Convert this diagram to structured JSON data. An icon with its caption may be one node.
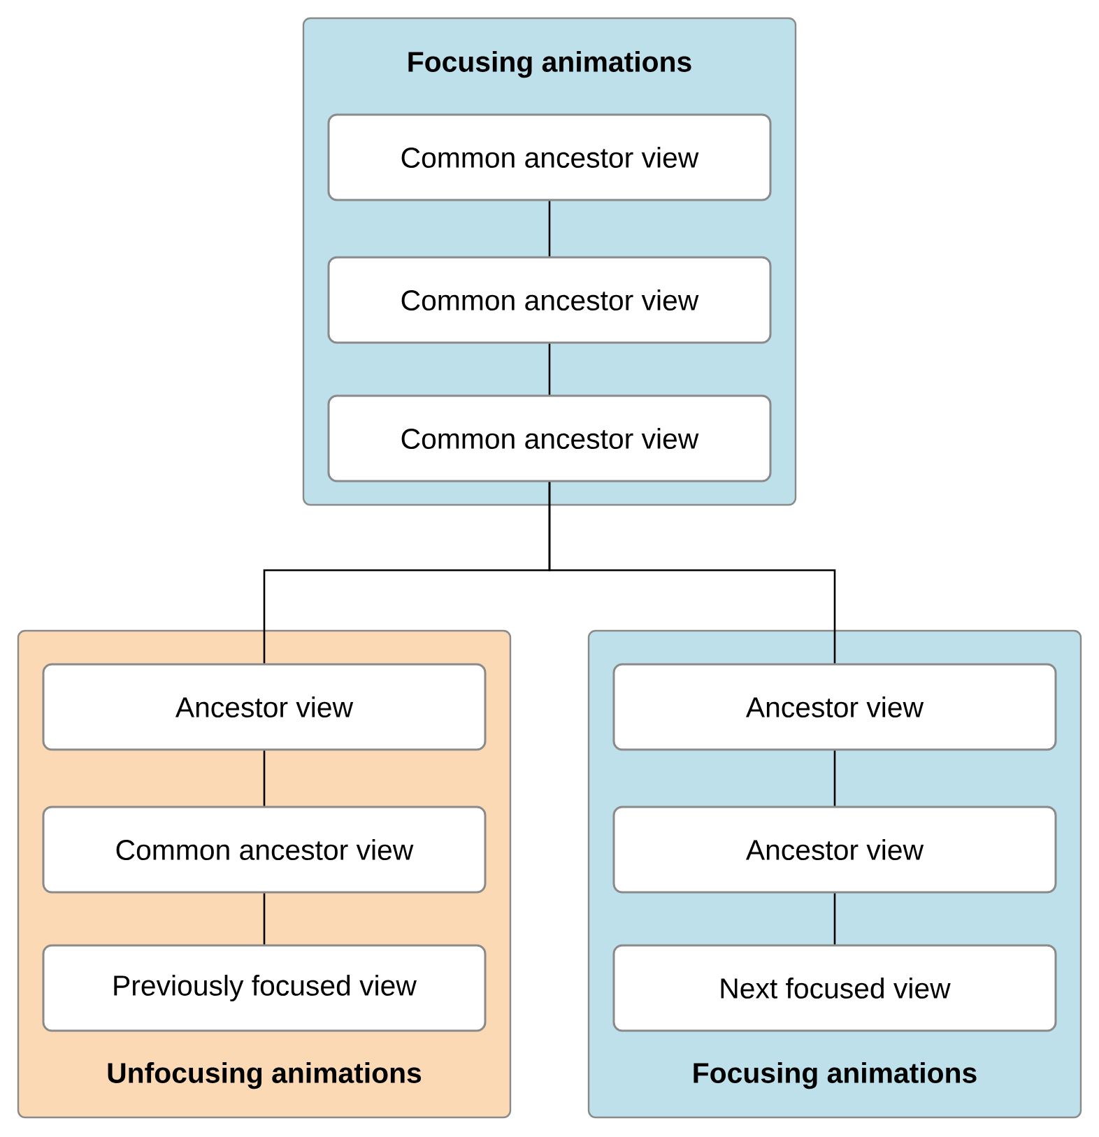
{
  "diagram": {
    "nodes": [
      {
        "text": [
          "Focusing animations"
        ]
      },
      {
        "text": [
          "Common ancestor view"
        ],
        "in": 0
      },
      {
        "text": [
          "Common ancestor view"
        ],
        "in": 0
      },
      {
        "text": [
          "Common ancestor view"
        ],
        "in": 0
      },
      {
        "text": [
          "Unfocusing animations"
        ]
      },
      {
        "text": [
          "Ancestor view"
        ],
        "in": 4
      },
      {
        "text": [
          "Common ancestor view"
        ],
        "in": 4
      },
      {
        "text": [
          "Previously focused view"
        ],
        "in": 4
      },
      {
        "text": [
          "Focusing animations"
        ]
      },
      {
        "text": [
          "Ancestor view"
        ],
        "in": 8
      },
      {
        "text": [
          "Ancestor view"
        ],
        "in": 8
      },
      {
        "text": [
          "Next focused view"
        ],
        "in": 8
      }
    ],
    "edges": [
      {
        "from": 1,
        "to": 2,
        "arrow": "none"
      },
      {
        "from": 2,
        "to": 3,
        "arrow": "none"
      },
      {
        "from": 3,
        "to": 5,
        "arrow": "none"
      },
      {
        "from": 3,
        "to": 9,
        "arrow": "none"
      },
      {
        "from": 5,
        "to": 6,
        "arrow": "none"
      },
      {
        "from": 6,
        "to": 7,
        "arrow": "none"
      },
      {
        "from": 9,
        "to": 10,
        "arrow": "none"
      },
      {
        "from": 10,
        "to": 11,
        "arrow": "none"
      }
    ]
  }
}
